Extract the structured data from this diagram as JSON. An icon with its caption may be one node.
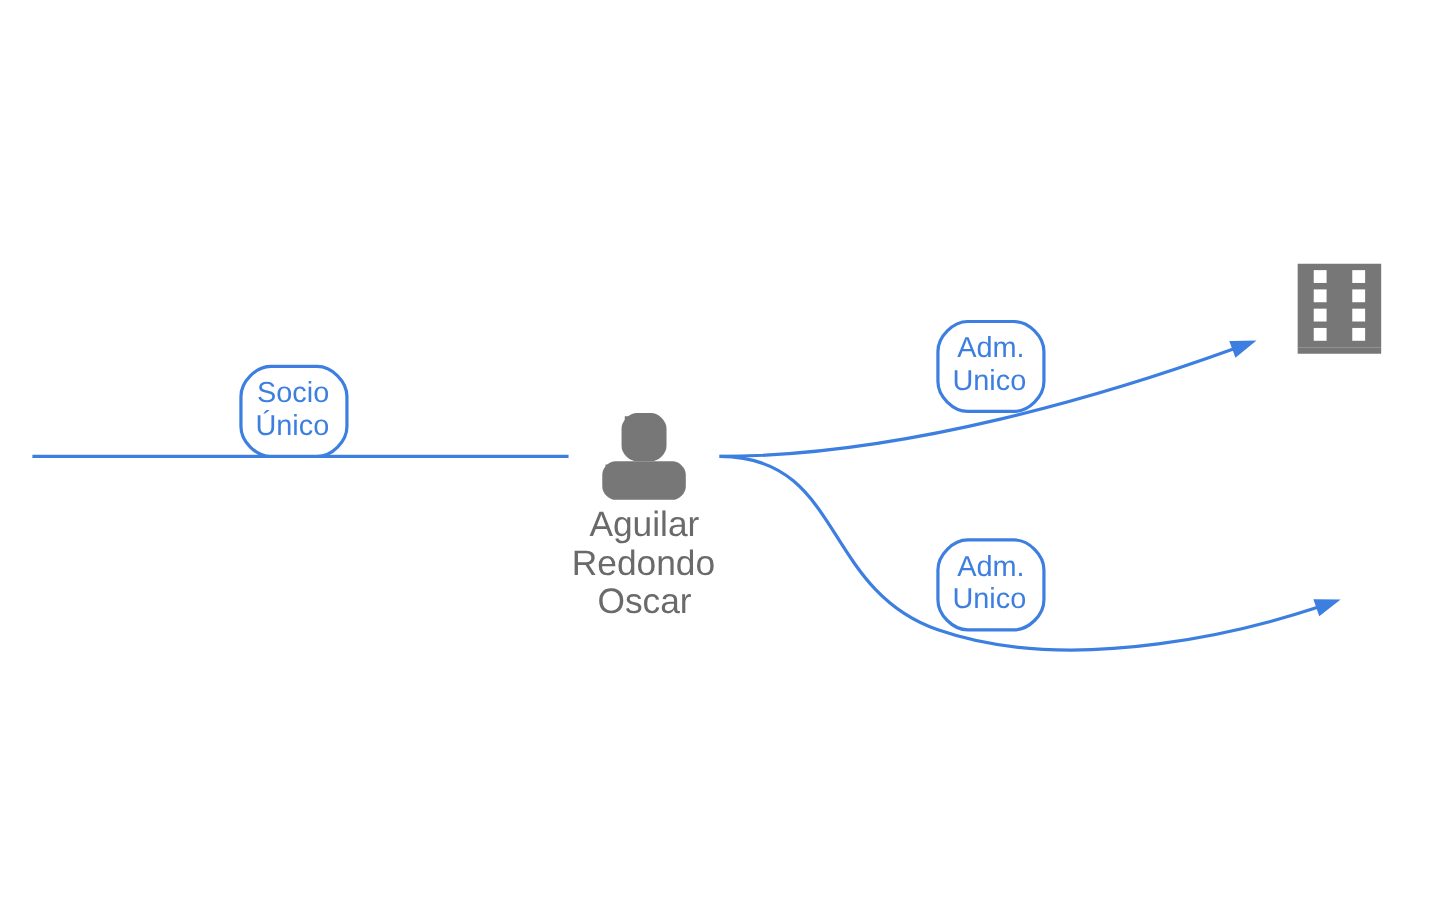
{
  "diagram": {
    "nodes": [
      {
        "text": [],
        "shape": "building"
      },
      {
        "text": [
          "Aguilar Redondo Oscar"
        ]
      }
    ],
    "edges": [
      {
        "from": 1,
        "to": null,
        "arrow": "to",
        "label": "Adm. Unico"
      },
      {
        "from": 1,
        "to": 0,
        "arrow": "to",
        "label": "Adm. Unico"
      },
      {
        "from": null,
        "to": 1,
        "arrow": "none",
        "label": "Socio Único"
      }
    ]
  }
}
